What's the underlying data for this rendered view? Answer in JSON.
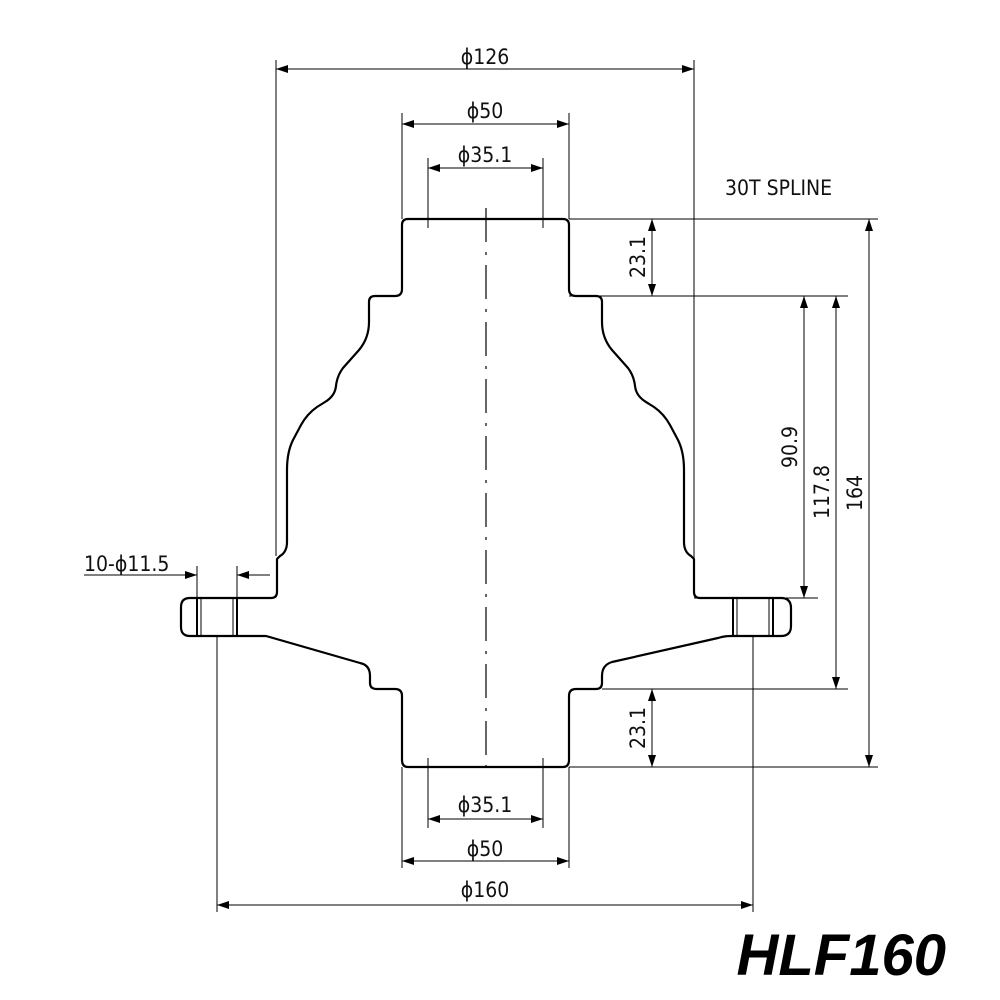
{
  "model_name": "HLF160",
  "spline_note": "30T SPLINE",
  "bolt_holes": "10-ϕ11.5",
  "dimensions": {
    "flange_diameter_top": "ϕ126",
    "shaft_outer_top": "ϕ50",
    "spline_inner_top": "ϕ35.1",
    "shaft_outer_bottom": "ϕ50",
    "spline_inner_bottom": "ϕ35.1",
    "bolt_circle_diameter": "ϕ160",
    "top_shaft_length": "23.1",
    "bottom_shaft_length": "23.1",
    "body_height": "90.9",
    "body_height_to_flange": "117.8",
    "overall_height": "164"
  }
}
